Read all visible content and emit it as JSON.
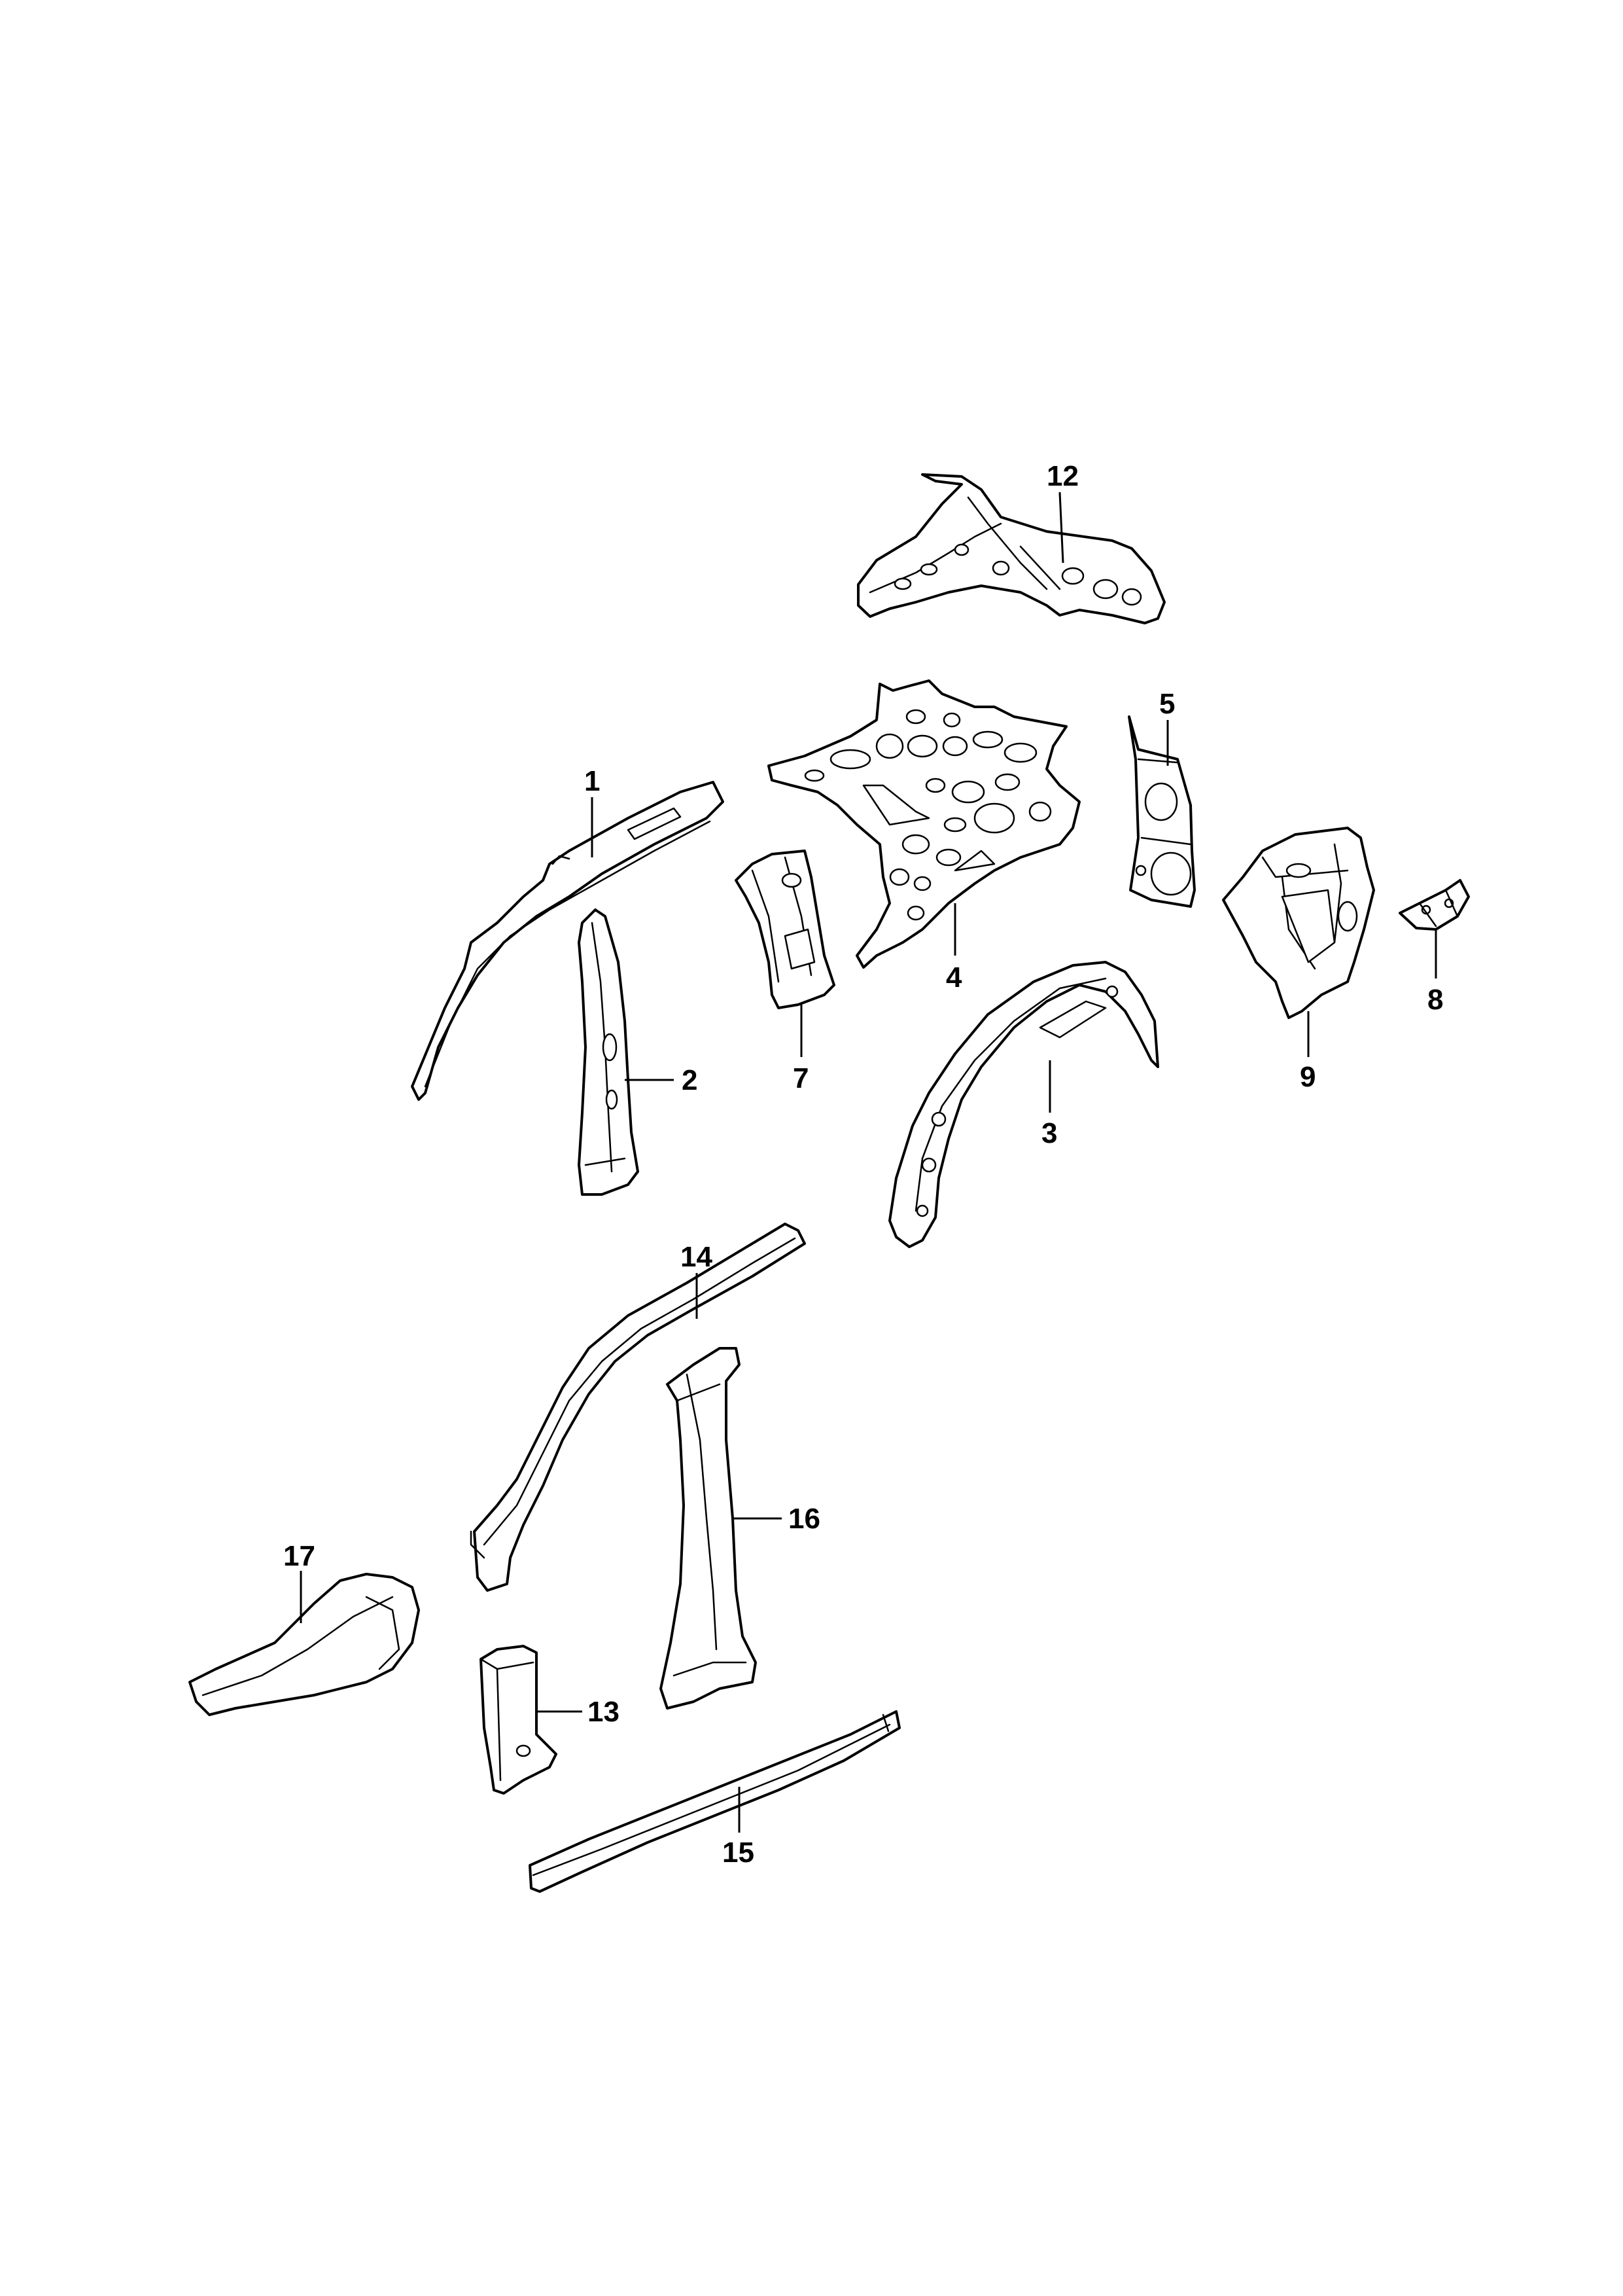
{
  "callouts": {
    "c1": "1",
    "c2": "2",
    "c3": "3",
    "c4": "4",
    "c5": "5",
    "c7": "7",
    "c8": "8",
    "c9": "9",
    "c12": "12",
    "c13": "13",
    "c14": "14",
    "c15": "15",
    "c16": "16",
    "c17": "17"
  }
}
